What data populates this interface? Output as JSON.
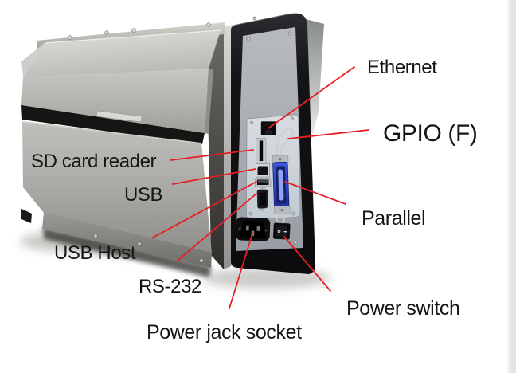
{
  "colors": {
    "background": "#ffffff",
    "annotation_line": "#e81e26",
    "label_text": "#151515",
    "parallel_connector": "#2f49d8",
    "page_edge_band": "#e0e6e3"
  },
  "labels": {
    "ethernet": "Ethernet",
    "gpio": "GPIO (F)",
    "sd_card_reader": "SD card reader",
    "usb": "USB",
    "usb_host": "USB Host",
    "rs232": "RS-232",
    "parallel": "Parallel",
    "power_jack_socket": "Power jack socket",
    "power_switch": "Power switch"
  }
}
